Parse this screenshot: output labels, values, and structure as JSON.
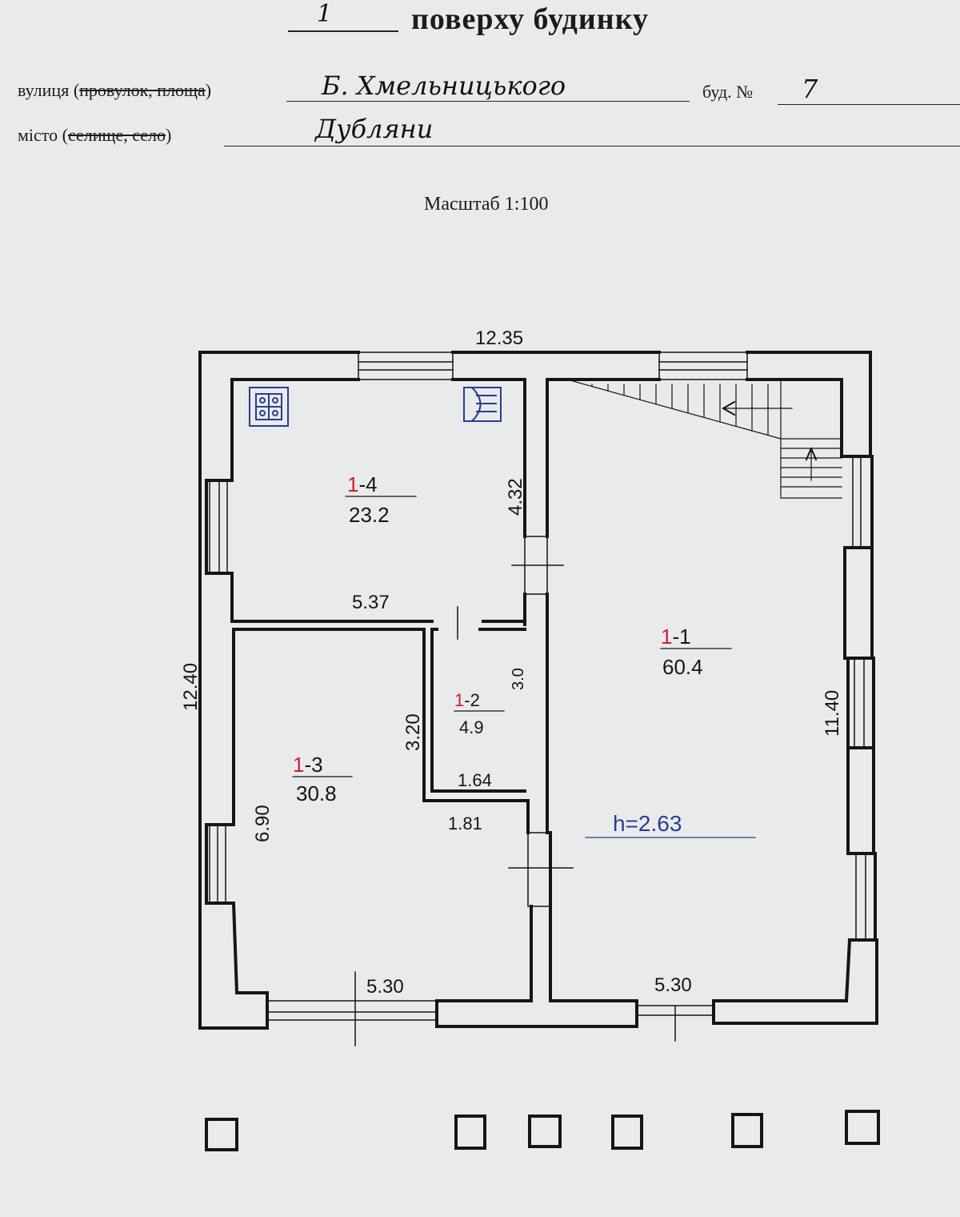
{
  "header": {
    "floor_number": "1",
    "title": "поверху будинку",
    "street_label": "вулиця",
    "street_label_struck": "провулок, площа",
    "street_value": "Б. Хмельницького",
    "building_label": "буд. №",
    "building_value": "7",
    "city_label": "місто",
    "city_label_struck": "селище, село",
    "city_value": "Дубляни",
    "scale": "Масштаб 1:100"
  },
  "plan": {
    "overall_width": "12.35",
    "overall_height": "12.40",
    "rooms": [
      {
        "id": "1-4",
        "area": "23.2"
      },
      {
        "id": "1-2",
        "area": "4.9"
      },
      {
        "id": "1-3",
        "area": "30.8"
      },
      {
        "id": "1-1",
        "area": "60.4"
      }
    ],
    "dimensions": {
      "room4_height": "4.32",
      "room4_width": "5.37",
      "room2_height": "3.0",
      "room2_width": "1.64",
      "room3_inner_height": "3.20",
      "room3_height": "6.90",
      "room3_step": "1.81",
      "bottom_left": "5.30",
      "bottom_right": "5.30",
      "right_height": "11.40"
    },
    "ceiling_height": "h=2.63"
  },
  "colors": {
    "ink": "#151515",
    "red_ink": "#c0262b",
    "blue_ink": "#2a3d8f",
    "paper": "#e9eaec"
  }
}
